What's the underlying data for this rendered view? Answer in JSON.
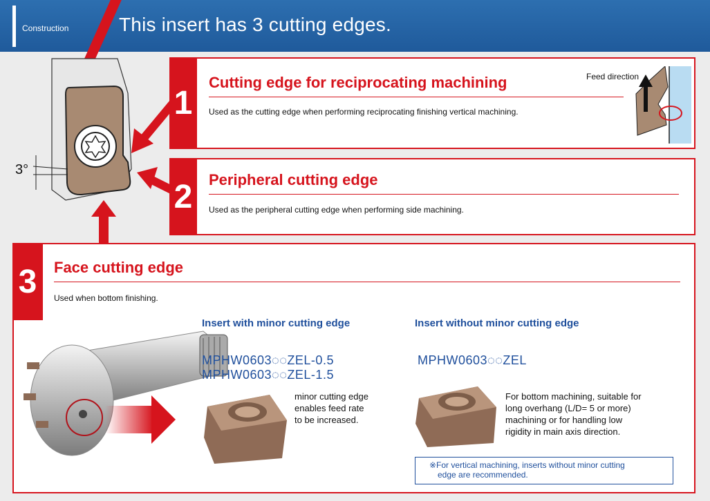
{
  "header": {
    "section": "Construction",
    "title": "This insert has 3 cutting edges."
  },
  "diagram": {
    "angle_label": "3°"
  },
  "edges": [
    {
      "number": "1",
      "title": "Cutting edge for reciprocating machining",
      "desc": "Used as the cutting edge when performing reciprocating finishing vertical machining.",
      "feed_label": "Feed direction"
    },
    {
      "number": "2",
      "title": "Peripheral cutting edge",
      "desc": "Used as the peripheral cutting edge when performing side machining."
    },
    {
      "number": "3",
      "title": "Face cutting edge",
      "desc": "Used when bottom finishing."
    }
  ],
  "with_minor": {
    "heading": "Insert with minor cutting edge",
    "codes": [
      "MPHW0603◌◌ZEL-0.5",
      "MPHW0603◌◌ZEL-1.5"
    ],
    "desc_lines": [
      "minor cutting edge",
      "enables feed rate",
      "to be increased."
    ]
  },
  "without_minor": {
    "heading": "Insert without minor cutting edge",
    "code": "MPHW0603◌◌ZEL",
    "desc_lines": [
      "For bottom machining, suitable for",
      "long overhang (L/D= 5 or more)",
      "machining or for handling low",
      "rigidity in main axis direction."
    ],
    "note_lines": [
      "※For vertical machining, inserts without minor cutting",
      "edge are recommended."
    ]
  },
  "colors": {
    "accent_red": "#d6141d",
    "header_blue": "#1f5a9b",
    "text_blue": "#1f4f9c",
    "insert_brown": "#a88a72"
  }
}
